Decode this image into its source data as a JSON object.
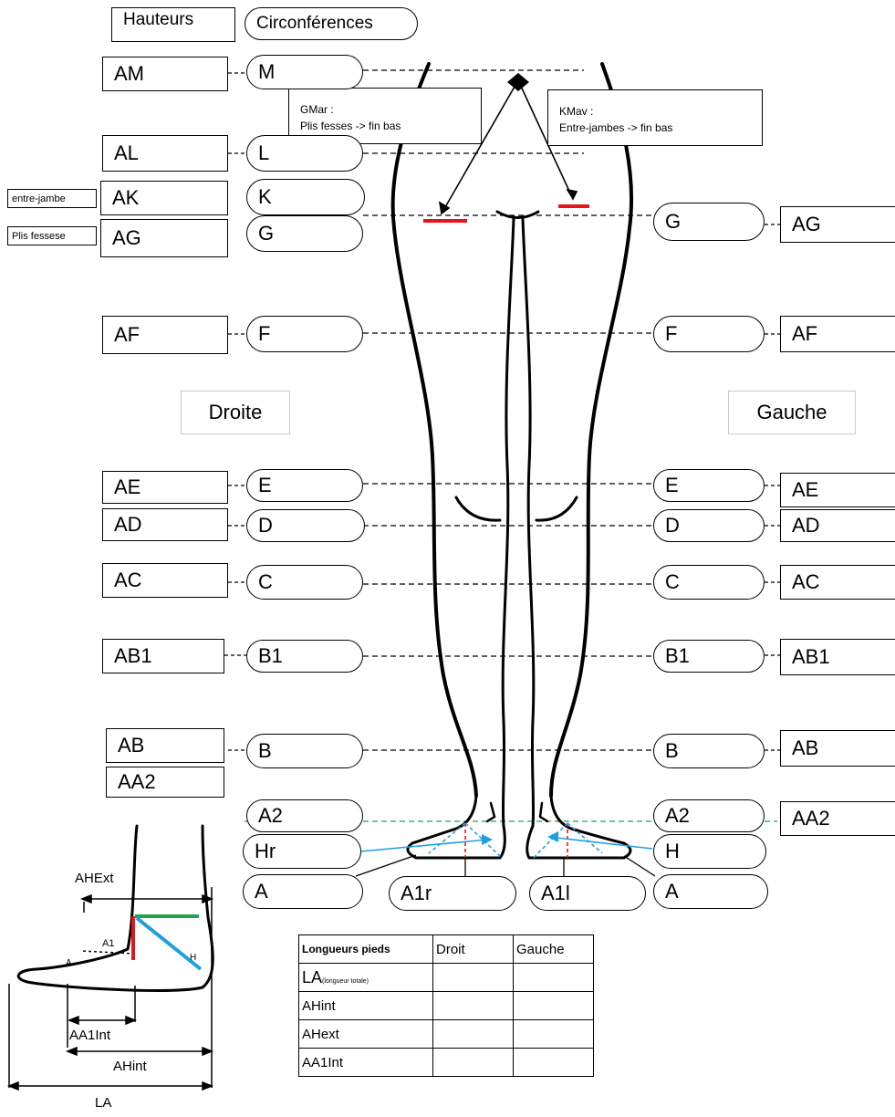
{
  "header": {
    "hauteurs": "Hauteurs",
    "circonferences": "Circonférences"
  },
  "notes": {
    "gmar": "GMar :\nPlis fesses -> fin bas",
    "kmav": "KMav :\nEntre-jambes -> fin bas"
  },
  "tags": {
    "entre_jambe": "entre-jambe",
    "plis_fessese": "Plis fessese"
  },
  "sides": {
    "droite": "Droite",
    "gauche": "Gauche"
  },
  "left_heights": [
    "AM",
    "AL",
    "AK",
    "AG",
    "AF",
    "AE",
    "AD",
    "AC",
    "AB1",
    "AB",
    "AA2"
  ],
  "left_circ": [
    "M",
    "L",
    "K",
    "G",
    "F",
    "E",
    "D",
    "C",
    "B1",
    "B",
    "A2",
    "Hr",
    "A",
    "A1r"
  ],
  "right_circ": [
    "G",
    "F",
    "E",
    "D",
    "C",
    "B1",
    "B",
    "A2",
    "H",
    "A",
    "A1l"
  ],
  "right_heights": [
    "AG",
    "AF",
    "AE",
    "AD",
    "AC",
    "AB1",
    "AB",
    "AA2"
  ],
  "foot_labels": {
    "ahext": "AHExt",
    "a1": "A1",
    "a": "A",
    "h": "H",
    "aa1int": "AA1Int",
    "ahint": "AHint",
    "la": "LA"
  },
  "table": {
    "header": [
      "Longueurs pieds",
      "Droit",
      "Gauche"
    ],
    "rows": [
      {
        "label": "LA",
        "sub": "(longueur totale)",
        "droit": "",
        "gauche": ""
      },
      {
        "label": "AHint",
        "droit": "",
        "gauche": ""
      },
      {
        "label": "AHext",
        "droit": "",
        "gauche": ""
      },
      {
        "label": "AA1Int",
        "droit": "",
        "gauche": ""
      }
    ]
  },
  "colors": {
    "red": "#e8141c",
    "green": "#1aa84a",
    "blue": "#1ea0e0",
    "side_border": "#c9c9c9"
  }
}
